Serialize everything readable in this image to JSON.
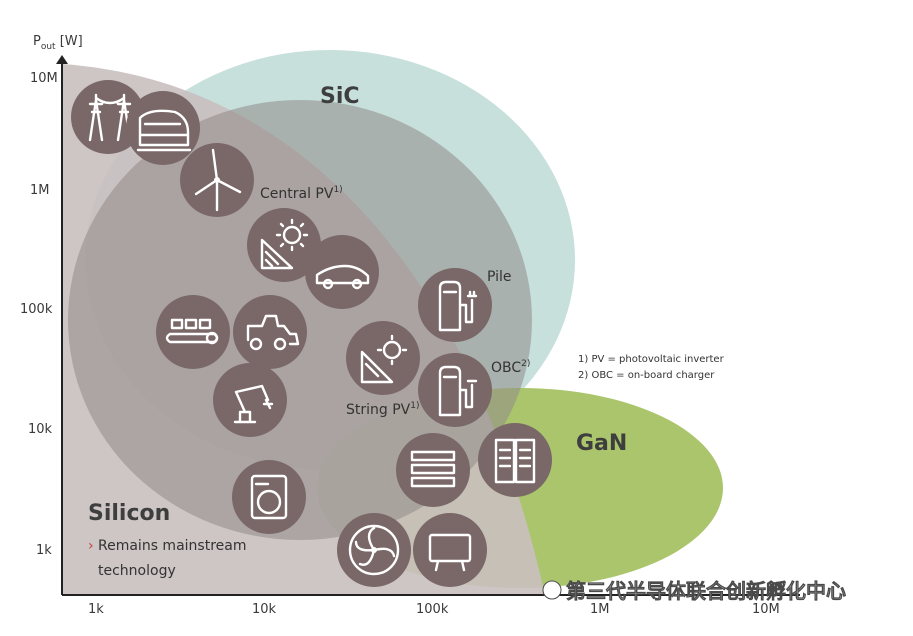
{
  "axes": {
    "y_label_main": "P",
    "y_label_sub": "out",
    "y_label_unit": " [W]",
    "y_ticks": [
      "10M",
      "1M",
      "100k",
      "10k",
      "1k"
    ],
    "x_ticks": [
      "1k",
      "10k",
      "100k",
      "1M",
      "10M"
    ]
  },
  "regions": {
    "sic": "SiC",
    "gan": "GaN",
    "silicon": "Silicon",
    "silicon_bullet_marker": "›",
    "silicon_note_line1": "Remains mainstream",
    "silicon_note_line2": "technology"
  },
  "labels": {
    "central_pv": "Central PV",
    "central_pv_sup": "1)",
    "pile": "Pile",
    "obc": "OBC",
    "obc_sup": "2)",
    "string_pv": "String PV",
    "string_pv_sup": "1)"
  },
  "footnotes": [
    "1) PV = photovoltaic inverter",
    "2) OBC = on-board charger"
  ],
  "watermark": "第三代半导体联合创新孵化中心",
  "icons": [
    "power-transmission-tower-icon",
    "high-speed-train-icon",
    "wind-turbine-icon",
    "central-solar-panel-icon",
    "electric-car-icon",
    "charging-pile-icon",
    "conveyor-belt-icon",
    "wheel-loader-icon",
    "string-solar-panel-icon",
    "onboard-charger-icon",
    "industrial-robot-arm-icon",
    "server-rack-icon",
    "data-center-cabinet-icon",
    "washing-machine-icon",
    "fan-icon",
    "tv-adapter-icon"
  ],
  "colors": {
    "sic": "#c7e0dc",
    "gan": "#a9c46a",
    "silicon": "#c9bfbf",
    "gray_overlap": "#a09c9a",
    "icon_circle": "#7a6868"
  }
}
